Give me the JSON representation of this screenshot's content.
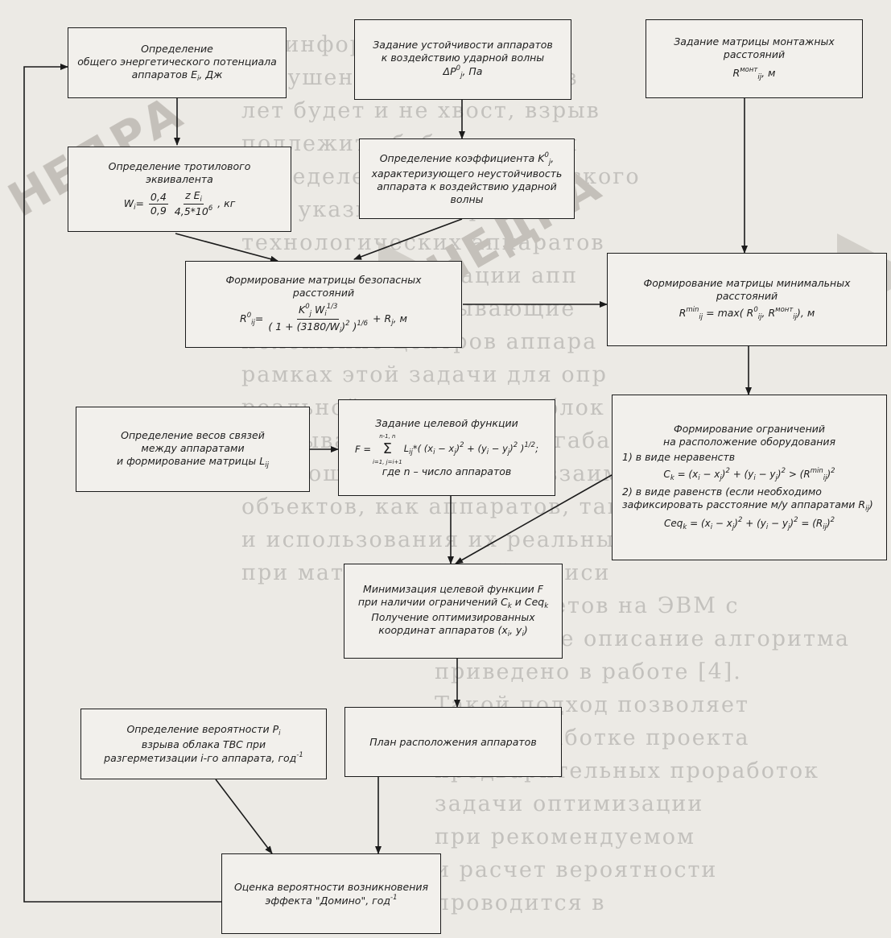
{
  "watermarks": [
    "НЕДРА",
    "НЕДРА"
  ],
  "background_text": [
    "ры информационной",
    "нарушения, повлекшего з",
    "лет будет и не хвост, взрыв",
    "подлежит обобщению для",
    "Определение энергетического",
    "Как указывалось ранее, н",
    "технологических аппаратов",
    "при разгерметизации апп",
    "уравнения, описывающие",
    "положение центров аппара",
    "рамках этой задачи для опр",
    "реальной конструкции блок",
    "учитывать их реальные габа",
    "в отношении размеров взаим",
    "объектов, как аппаратов, так",
    "и использования их реальных",
    "при математической записи",
    "Для расчетов на ЭВМ с",
    "Подробное описание алгоритма",
    "приведено в работе [4].",
    "Такой подход позволяет",
    "при разработке проекта",
    "предварительных проработок",
    "задачи оптимизации",
    "при рекомендуемом",
    "и расчет вероятности",
    "проводится в"
  ],
  "boxes": {
    "energy": {
      "lines": [
        "Определение",
        "общего энергетического потенциала",
        "аппаратов E",
        "i",
        ", Дж"
      ]
    },
    "tnt": {
      "title": "Определение тротилового эквивалента",
      "lhs": "W",
      "lhs_sub": "i",
      "eq_sign": "=",
      "c_num": "0,4",
      "c_den": "0,9",
      "z_num": "z E",
      "z_num_sub": "i",
      "z_den": "4,5*10",
      "z_den_sup": "6",
      "unit": ", кг"
    },
    "stability": {
      "lines": [
        "Задание устойчивости аппаратов",
        "к воздействию ударной волны"
      ],
      "sym": "ΔP",
      "sym_sub": "j",
      "sym_sup": "0",
      "unit": ", Па"
    },
    "coef": {
      "line1": "Определение коэффициента K",
      "line1_sub": "j",
      "line1_sup": "0",
      "line1_end": ",",
      "line2": "характеризующего неустойчивость",
      "line3": "аппарата к воздействию ударной волны"
    },
    "mount": {
      "title": "Задание матрицы монтажных расстояний",
      "sym": "R",
      "sym_sub": "ij",
      "sym_sup": "монт",
      "unit": ", м"
    },
    "safe": {
      "title": "Формирование матрицы безопасных расстояний",
      "lhs": "R",
      "lhs_sub": "ij",
      "lhs_sup": "0",
      "eq_sign": "=",
      "num": "K",
      "num_sub": "j",
      "num_sup": "0",
      "num_w": " W",
      "num_w_sub": "i",
      "num_w_sup": "1/3",
      "den": "( 1 + (3180/W",
      "den_sub": "i",
      "den_mid": ")",
      "den_sup1": "2",
      "den_end": " )",
      "den_sup2": "1/6",
      "tail": " + R",
      "tail_sub": "j",
      "unit": ", м"
    },
    "minmat": {
      "title": "Формирование матрицы минимальных расстояний",
      "eq": "R",
      "eq_sub": "ij",
      "eq_sup": "min",
      "eq_mid": " = max( R",
      "eq_sub2": "ij",
      "eq_sup2": "0",
      "eq_mid2": ", R",
      "eq_sub3": "ij",
      "eq_sup3": "монт",
      "eq_end": "), м"
    },
    "weights": {
      "lines": [
        "Определение весов связей",
        "между аппаратами",
        "и формирование матрицы L"
      ],
      "sub": "ij"
    },
    "target": {
      "title": "Задание целевой функции",
      "F": "F =",
      "sum": "Σ",
      "sum_top": "n-1, n",
      "sum_bot": "i=1, j=i+1",
      "body": " L",
      "body_sub": "ij",
      "body_rest": "*( (x",
      "body_i": "i",
      "body_minus": " − x",
      "body_j": "j",
      "body_close": ")",
      "body_sq": "2",
      "body_plus": " + (y",
      "body_i2": "i",
      "body_minus2": " − y",
      "body_j2": "j",
      "body_close2": ")",
      "body_sq2": "2",
      "body_end": " )",
      "body_pow": "1/2",
      "body_comma": ";",
      "note": "где n – число аппаратов"
    },
    "constraints": {
      "title1": "Формирование ограничений",
      "title2": "на расположение оборудования",
      "c1_label": "1) в виде неравенств",
      "c1_lhs": "C",
      "c1_lhs_sub": "k",
      "c1_expr": " = (x",
      "c1_i": "i",
      "c1_mid": " − x",
      "c1_j": "j",
      "c1_close": ")",
      "c1_sq": "2",
      "c1_plus": " + (y",
      "c1_i2": "i",
      "c1_mid2": " − y",
      "c1_j2": "j",
      "c1_close2": ")",
      "c1_sq2": "2",
      "c1_gt": " > (R",
      "c1_r_sub": "ij",
      "c1_r_sup": "min",
      "c1_end": ")",
      "c1_sq3": "2",
      "c2_label": "2) в виде равенств (если необходимо",
      "c2_label2": "зафиксировать расстояние м/у аппаратами R",
      "c2_label2_sub": "ij",
      "c2_label2_end": ")",
      "c2_lhs": "Ceq",
      "c2_lhs_sub": "k",
      "c2_expr": " = (x",
      "c2_i": "i",
      "c2_mid": " − x",
      "c2_j": "j",
      "c2_close": ")",
      "c2_sq": "2",
      "c2_plus": " + (y",
      "c2_i2": "i",
      "c2_mid2": " − y",
      "c2_j2": "j",
      "c2_close2": ")",
      "c2_sq2": "2",
      "c2_eq": " = (R",
      "c2_r_sub": "ij",
      "c2_end": ")",
      "c2_sq3": "2"
    },
    "minimize": {
      "line1": "Минимизация целевой функции F",
      "line2a": "при наличии ограничений C",
      "line2_sub1": "k",
      "line2b": " и Ceq",
      "line2_sub2": "k",
      "line3": "Получение оптимизированных",
      "line4a": "координат аппаратов (x",
      "line4_sub1": "i",
      "line4b": ", y",
      "line4_sub2": "i",
      "line4c": ")"
    },
    "prob": {
      "line1a": "Определение вероятности P",
      "line1_sub": "i",
      "line2": "взрыва облака ТВС при",
      "line3": "разгерметизации i-го аппарата, год",
      "line3_sup": "-1"
    },
    "plan": {
      "text": "План расположения аппаратов"
    },
    "domino": {
      "line1": "Оценка вероятности возникновения",
      "line2": "эффекта \"Домино\", год",
      "line2_sup": "-1"
    }
  }
}
